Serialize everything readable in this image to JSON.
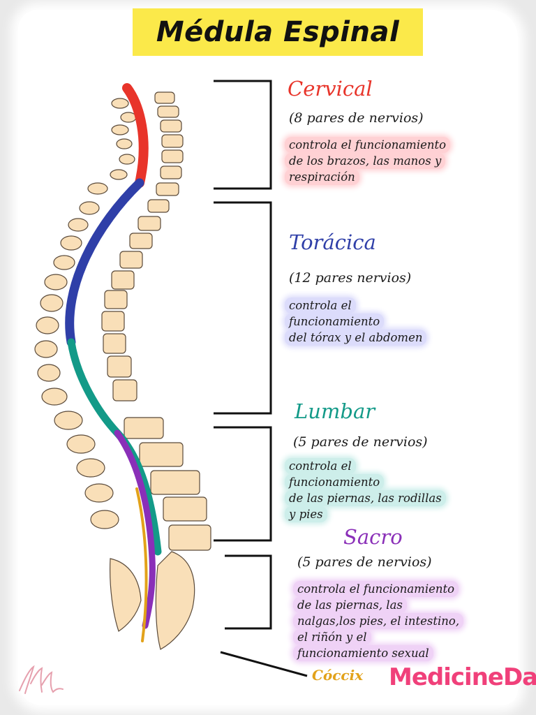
{
  "title": "Médula Espinal",
  "colors": {
    "title_bg": "#fbe94a",
    "cervical": "#e8342a",
    "thoracic": "#2f3fa8",
    "lumbar": "#139a88",
    "sacral": "#8a2fb8",
    "coccyx": "#e2a21a",
    "vertebra": "#f9dfb8",
    "brand": "#f0407a"
  },
  "regions": [
    {
      "name": "Cervical",
      "count": "(8 pares de nervios)",
      "description": [
        "controla el funcionamiento",
        "de los brazos, las manos y",
        "respiración"
      ]
    },
    {
      "name": "Torácica",
      "count": "(12 pares nervios)",
      "description": [
        "controla el",
        " funcionamiento",
        "del tórax y el abdomen"
      ]
    },
    {
      "name": "Lumbar",
      "count": "(5 pares de nervios)",
      "description": [
        "controla el",
        " funcionamiento",
        "de las piernas, las rodillas",
        "y pies"
      ]
    },
    {
      "name": "Sacro",
      "count": "(5 pares de nervios)",
      "description": [
        "controla el funcionamiento",
        "de las piernas, las",
        "nalgas,los pies, el intestino,",
        "el riñón y el",
        " funcionamiento sexual"
      ]
    }
  ],
  "coccyx_label": "Cóccix",
  "brand": "MedicineDat"
}
